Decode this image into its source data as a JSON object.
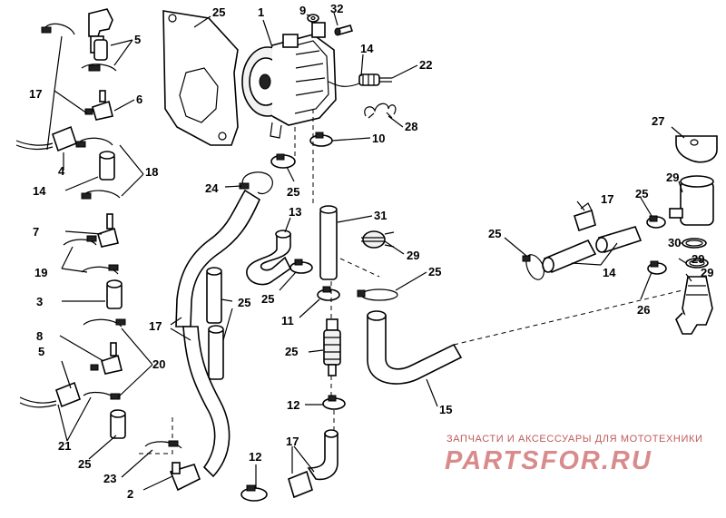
{
  "callouts": [
    "1",
    "2",
    "3",
    "4",
    "5",
    "5",
    "6",
    "7",
    "8",
    "9",
    "10",
    "11",
    "12",
    "12",
    "13",
    "14",
    "14",
    "14",
    "15",
    "17",
    "17",
    "17",
    "17",
    "18",
    "19",
    "20",
    "21",
    "22",
    "23",
    "24",
    "25",
    "25",
    "25",
    "25",
    "25",
    "25",
    "25",
    "25",
    "25",
    "26",
    "27",
    "28",
    "29",
    "29",
    "29",
    "29",
    "30",
    "31",
    "32"
  ],
  "watermark": {
    "subtitle": "ЗАПЧАСТИ И АКСЕССУАРЫ ДЛЯ МОТОТЕХНИКИ",
    "logo": "PARTSFOR.RU",
    "color": "#d98b8b"
  }
}
